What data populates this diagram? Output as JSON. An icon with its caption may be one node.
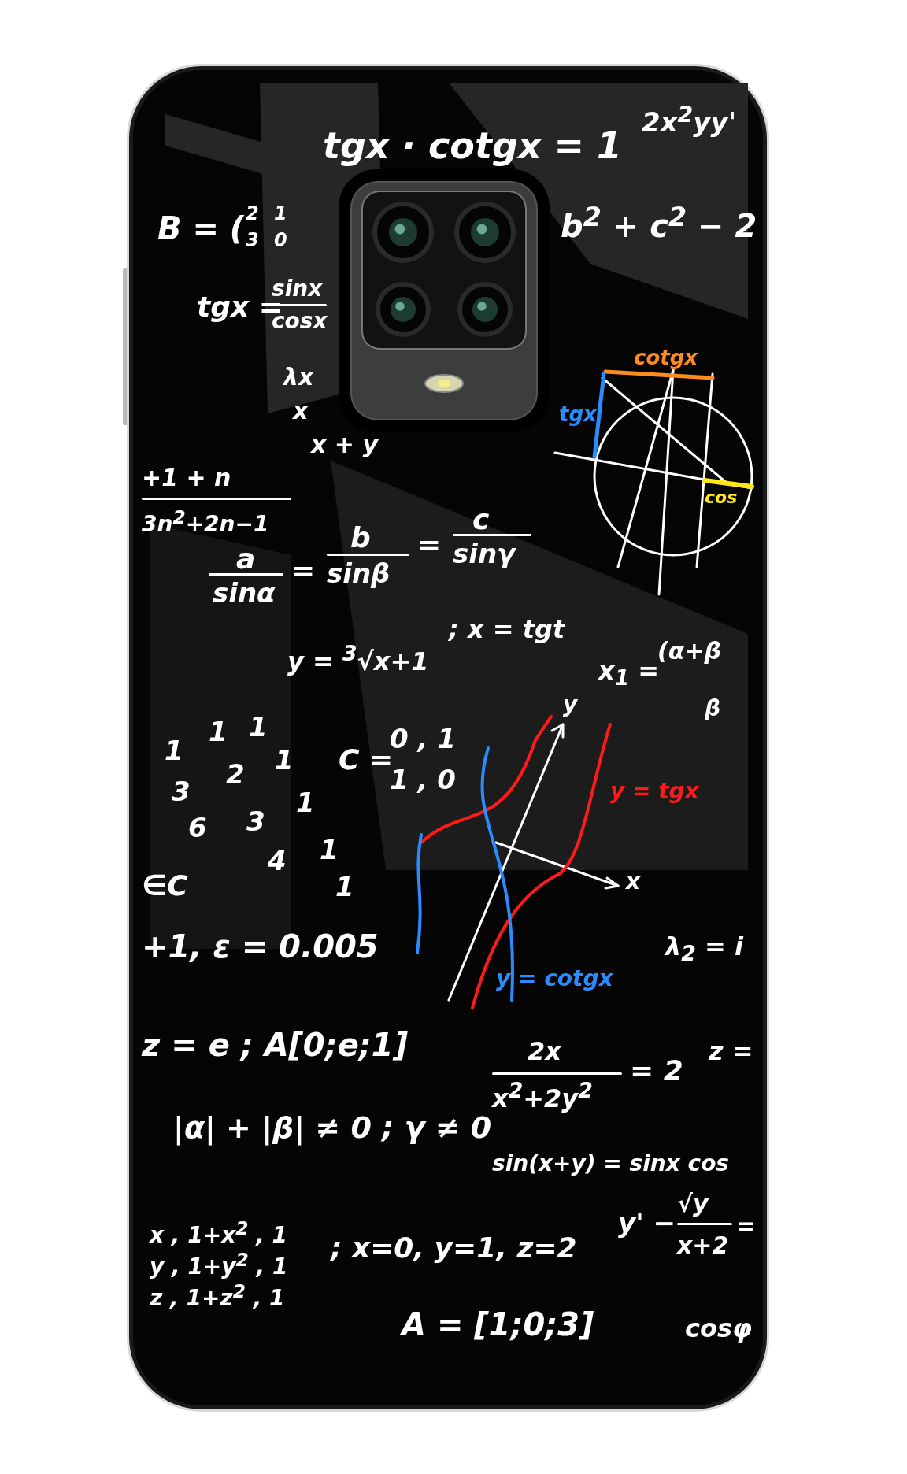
{
  "diagram": {
    "labels": [
      "2x$^{2}$yy'",
      "tgx · cotgx = 1",
      "B = (",
      "2",
      "1",
      "3",
      "0",
      "b$^{2}$ + c$^{2}$ − 2",
      "tgx =",
      "sinx",
      "cosx",
      "λx",
      "x",
      "x + y",
      "cotgx",
      "tgx",
      "cos",
      "+1 + n",
      "3n$^{2}$+2n−1",
      "a",
      "sinα",
      "=",
      "b",
      "sinβ",
      "=",
      "c",
      "sinγ",
      "y = $^{3}$√x+1",
      "; x = tgt",
      "x$_{1}$ =",
      "(α+β",
      "β",
      "1",
      "1",
      "1",
      "2",
      "1",
      "3",
      "6",
      "3",
      "1",
      "4",
      "1",
      "1",
      "C =",
      "0 , 1",
      "1 , 0",
      "y",
      "y = tgx",
      "∈C",
      "x",
      "+1, ε = 0.005",
      "λ$_{2}$ = i",
      "y = cotgx",
      "z = e ; A[0;e;1]",
      "2x",
      "z =",
      "x$^{2}$+2y$^{2}$",
      "= 2",
      "|α| + |β| ≠ 0 ; γ ≠ 0",
      "sin(x+y) = sinx cos",
      "x , 1+x$^{2}$ , 1",
      "; x=0, y=1, z=2",
      "y' −",
      "√y",
      "=",
      "y , 1+y$^{2}$ , 1",
      "x+2",
      "z , 1+z$^{2}$ , 1",
      "A = [1;0;3]",
      "cosφ"
    ]
  }
}
